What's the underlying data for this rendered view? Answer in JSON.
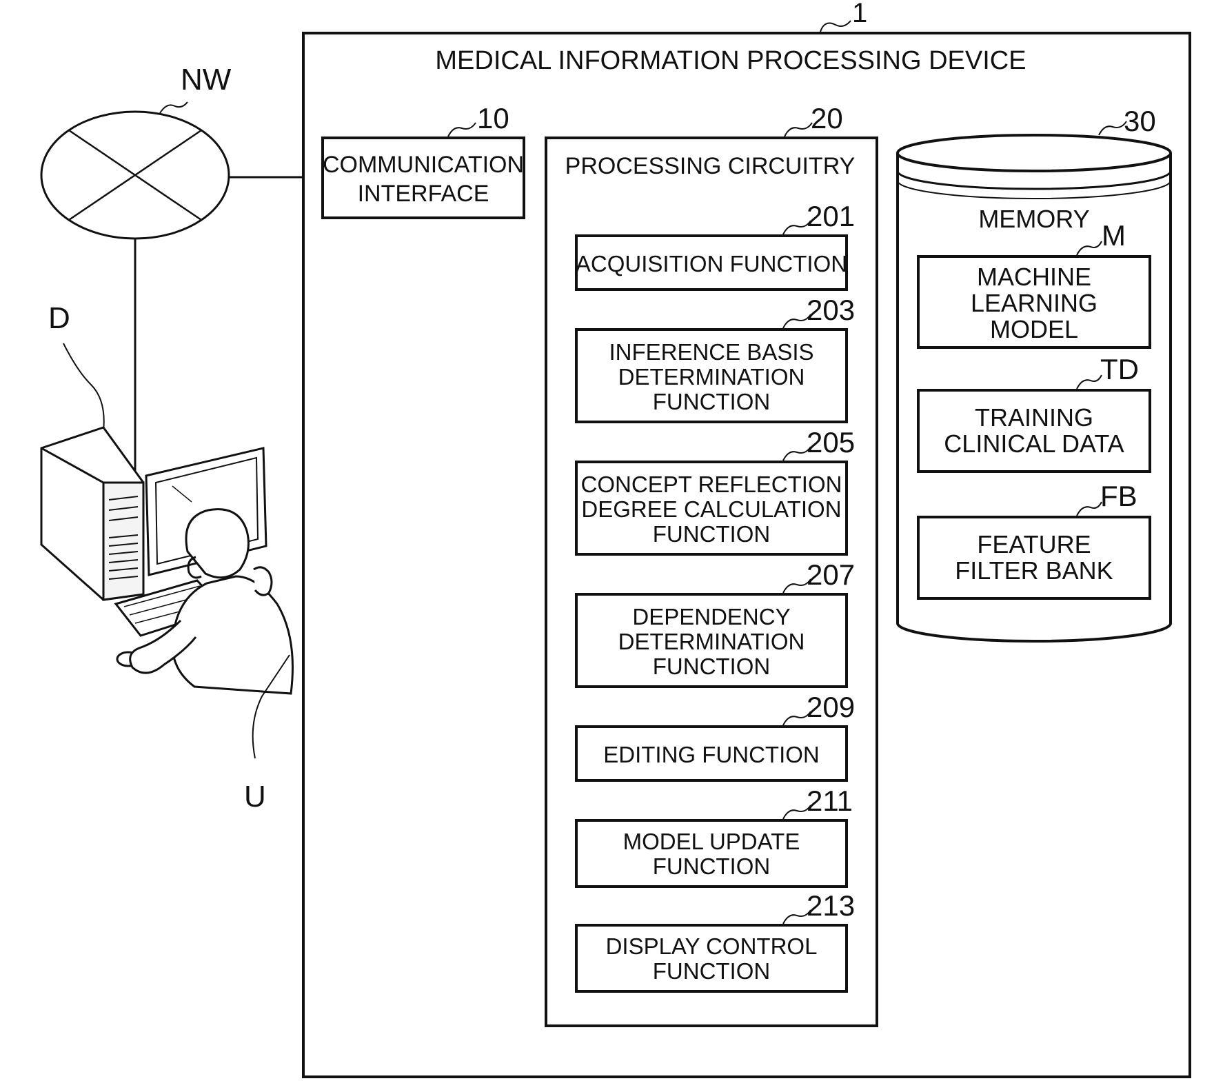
{
  "device": {
    "ref": "1",
    "title": "MEDICAL INFORMATION PROCESSING DEVICE"
  },
  "network": {
    "ref": "NW"
  },
  "terminal": {
    "ref": "D"
  },
  "user": {
    "ref": "U"
  },
  "communication_interface": {
    "ref": "10",
    "lines": [
      "COMMUNICATION",
      "INTERFACE"
    ]
  },
  "processing_circuitry": {
    "ref": "20",
    "title": "PROCESSING CIRCUITRY",
    "functions": [
      {
        "ref": "201",
        "lines": [
          "ACQUISITION FUNCTION"
        ]
      },
      {
        "ref": "203",
        "lines": [
          "INFERENCE BASIS",
          "DETERMINATION",
          "FUNCTION"
        ]
      },
      {
        "ref": "205",
        "lines": [
          "CONCEPT REFLECTION",
          "DEGREE CALCULATION",
          "FUNCTION"
        ]
      },
      {
        "ref": "207",
        "lines": [
          "DEPENDENCY",
          "DETERMINATION",
          "FUNCTION"
        ]
      },
      {
        "ref": "209",
        "lines": [
          "EDITING FUNCTION"
        ]
      },
      {
        "ref": "211",
        "lines": [
          "MODEL UPDATE",
          "FUNCTION"
        ]
      },
      {
        "ref": "213",
        "lines": [
          "DISPLAY CONTROL",
          "FUNCTION"
        ]
      }
    ]
  },
  "memory": {
    "ref": "30",
    "title": "MEMORY",
    "items": [
      {
        "ref": "M",
        "lines": [
          "MACHINE",
          "LEARNING",
          "MODEL"
        ]
      },
      {
        "ref": "TD",
        "lines": [
          "TRAINING",
          "CLINICAL DATA"
        ]
      },
      {
        "ref": "FB",
        "lines": [
          "FEATURE",
          "FILTER BANK"
        ]
      }
    ]
  }
}
